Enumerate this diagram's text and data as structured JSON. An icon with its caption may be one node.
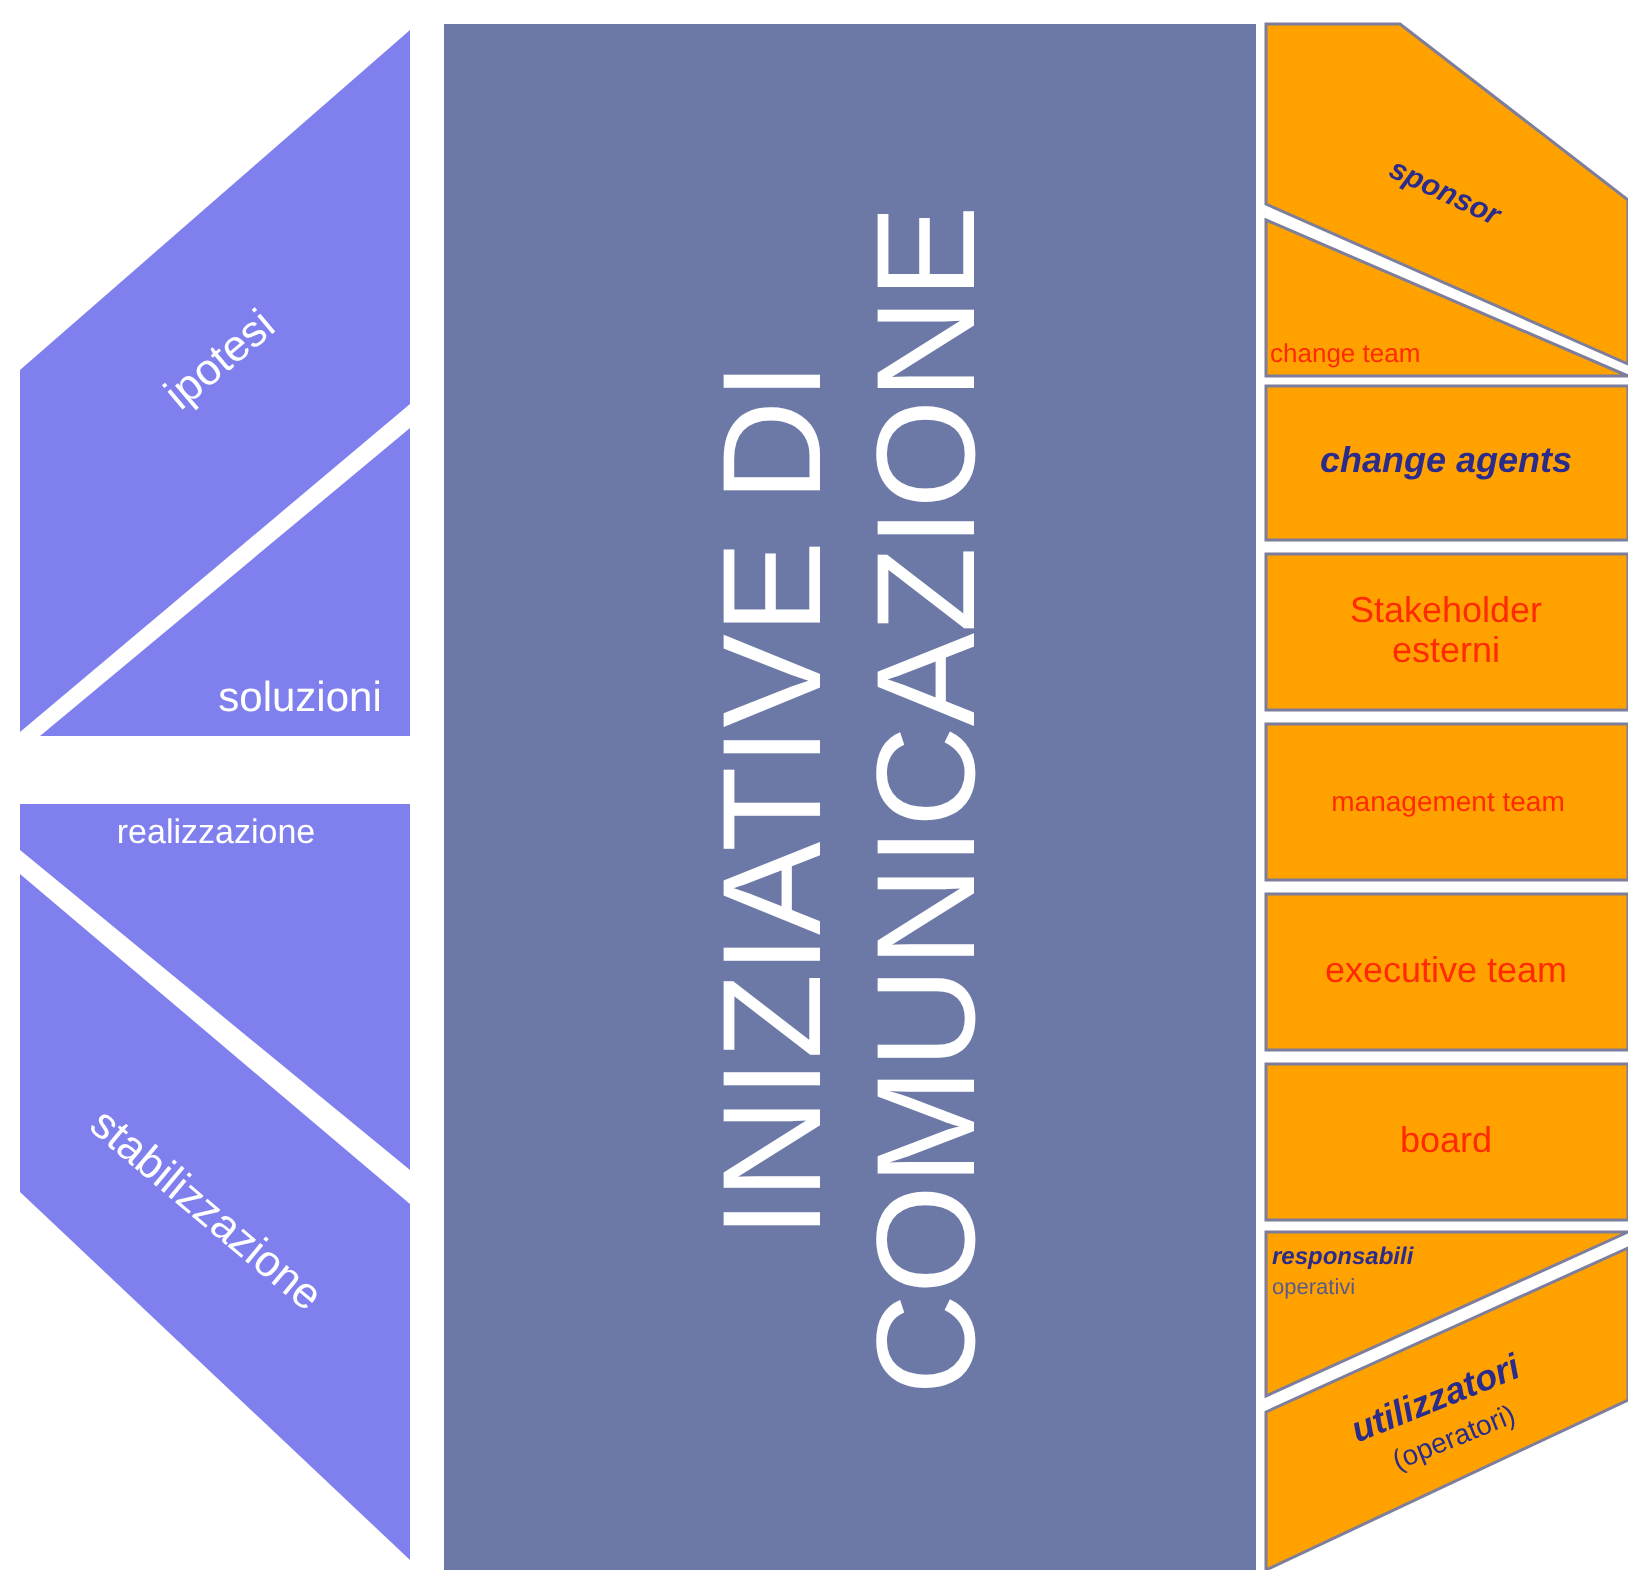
{
  "diagram": {
    "nodes": [
      {
        "text": [
          "ipotesi"
        ]
      },
      {
        "text": [
          "soluzioni"
        ]
      },
      {
        "text": [
          "realizzazione"
        ]
      },
      {
        "text": [
          "stabilizzazione"
        ]
      },
      {
        "text": [
          "INIZIATIVE DI COMUNICAZIONE"
        ]
      },
      {
        "text": [
          "sponsor"
        ]
      },
      {
        "text": [
          "change team"
        ]
      },
      {
        "text": [
          "change agents"
        ]
      },
      {
        "text": [
          "Stakeholder esterni"
        ]
      },
      {
        "text": [
          "management team"
        ]
      },
      {
        "text": [
          "executive team"
        ]
      },
      {
        "text": [
          "board"
        ]
      },
      {
        "text": [
          "responsabili",
          "operativi"
        ]
      },
      {
        "text": [
          "utilizzatori",
          "(operatori)"
        ]
      }
    ]
  }
}
